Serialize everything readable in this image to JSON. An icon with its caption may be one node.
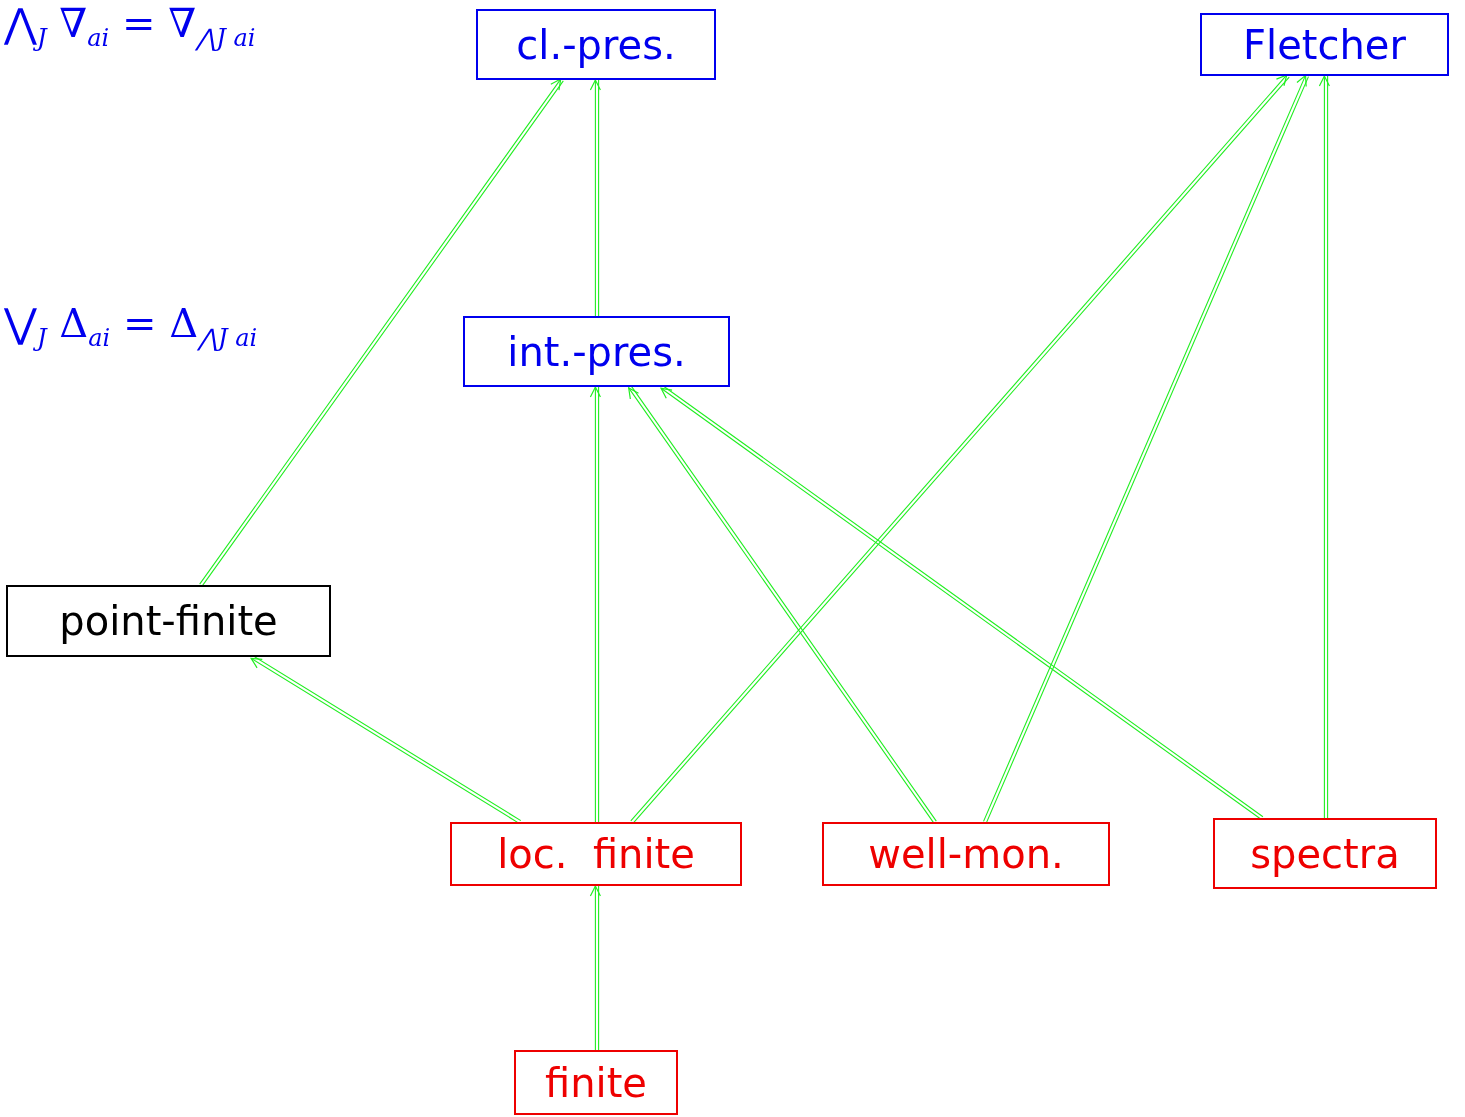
{
  "diagram": {
    "nodes": [
      {
        "text": [
          "cl.-pres."
        ]
      },
      {
        "text": [
          "Fletcher"
        ]
      },
      {
        "text": [
          "int.-pres."
        ]
      },
      {
        "text": [
          "point-finite"
        ]
      },
      {
        "text": [
          "loc.  finite"
        ]
      },
      {
        "text": [
          "well-mon."
        ]
      },
      {
        "text": [
          "spectra"
        ]
      },
      {
        "text": [
          "finite"
        ]
      }
    ],
    "edges": [
      {
        "from": 3,
        "to": 0,
        "arrow": "to"
      },
      {
        "from": 2,
        "to": 0,
        "arrow": "to"
      },
      {
        "from": 4,
        "to": 3,
        "arrow": "to"
      },
      {
        "from": 4,
        "to": 2,
        "arrow": "to"
      },
      {
        "from": 4,
        "to": 1,
        "arrow": "to"
      },
      {
        "from": 5,
        "to": 2,
        "arrow": "to"
      },
      {
        "from": 5,
        "to": 1,
        "arrow": "to"
      },
      {
        "from": 6,
        "to": 2,
        "arrow": "to"
      },
      {
        "from": 6,
        "to": 1,
        "arrow": "to"
      },
      {
        "from": 7,
        "to": 4,
        "arrow": "to"
      }
    ],
    "labels": [
      "⋀$_{J}$ ∇$_{ai}$ = ∇$_{⋀J ai}$",
      "⋁$_{J}$ Δ$_{ai}$ = Δ$_{⋀J ai}$"
    ]
  }
}
